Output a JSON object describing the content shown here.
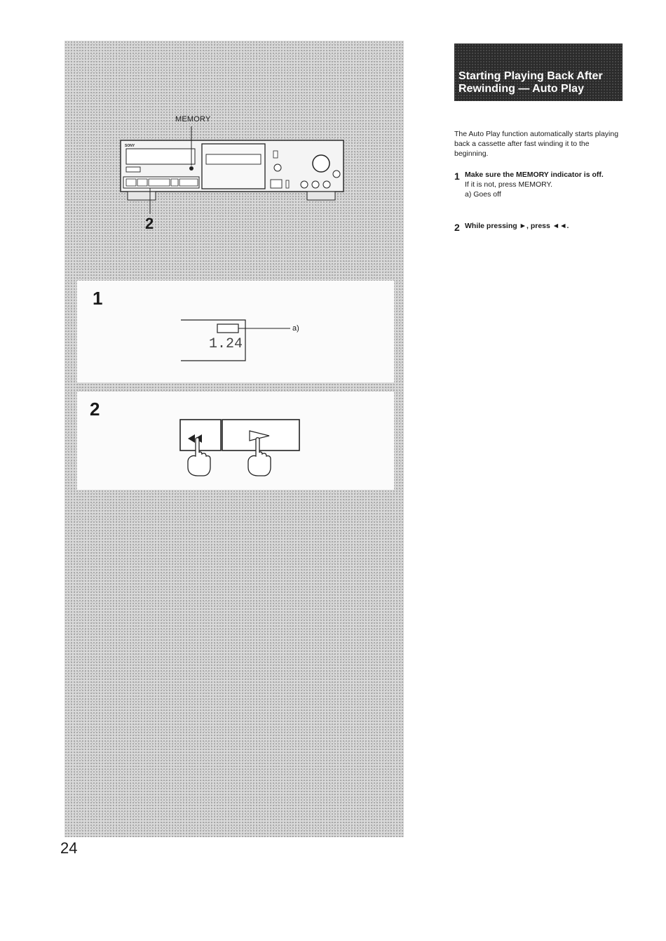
{
  "illustration": {
    "memory_label": "MEMORY",
    "deck_brand": "SONY",
    "deck_step_callout": "2",
    "panel_1_step": "1",
    "display_digits": "1.24",
    "display_callout": "a)",
    "panel_2_step": "2"
  },
  "section": {
    "title": "Starting Playing Back After Rewinding — Auto Play",
    "intro": "The Auto Play function automatically starts playing back a cassette after fast winding it to the beginning."
  },
  "instructions": [
    {
      "number": "1",
      "heading": "Make sure the MEMORY indicator is off.",
      "body": "If it is not, press MEMORY.",
      "note": "a) Goes off"
    },
    {
      "number": "2",
      "heading": "While pressing ►, press ◄◄."
    }
  ],
  "footer": {
    "page_number": "24"
  },
  "colors": {
    "title_background": "#2b2b2b",
    "halftone": "#d9d9d9"
  },
  "icons": [
    "play-icon",
    "rewind-icon",
    "pressing-hand-icon"
  ]
}
